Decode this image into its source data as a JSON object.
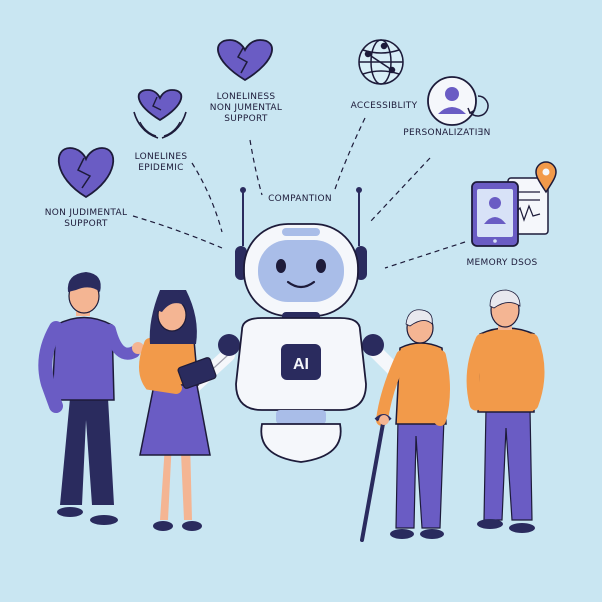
{
  "labels": {
    "top_heart": [
      "LONELINESS",
      "NON JUMENTAL",
      "SUPPORT"
    ],
    "hands_heart": [
      "LONELINES",
      "EPIDEMIC"
    ],
    "left_heart": [
      "NON JUDIMENTAL",
      "SUPPORT"
    ],
    "companion": "COMPANTION",
    "accessibility": "ACCESSIBLITY",
    "personalization": "PERSONALIZATIƎN",
    "memory": "MEMORY DSOS",
    "robot_chest": "AI"
  },
  "icons": [
    "broken-heart-icon",
    "hands-heart-icon",
    "globe-network-icon",
    "user-circle-icon",
    "tablet-user-icon",
    "document-icon",
    "map-pin-icon"
  ],
  "colors": {
    "background": "#c9e6f2",
    "purple": "#6a5cc4",
    "orange": "#f29a4a",
    "navy": "#2a2b5e",
    "robot_white": "#f5f7fb",
    "robot_visor": "#a9bde8",
    "outline": "#1d1b3a"
  }
}
